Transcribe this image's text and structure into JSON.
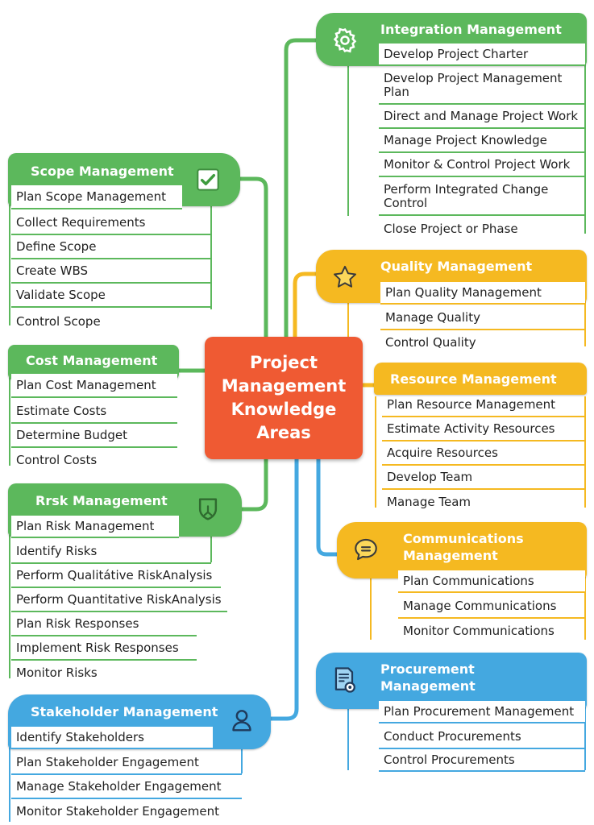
{
  "center": {
    "title": "Project Management Knowledge Areas"
  },
  "colors": {
    "green": "#5cb85c",
    "yellow": "#f5b921",
    "blue": "#44a8e0",
    "center": "#ef5a33"
  },
  "areas": {
    "integration": {
      "title": "Integration Management",
      "icon": "gear-icon",
      "items": [
        "Develop Project Charter",
        "Develop Project Management Plan",
        "Direct and Manage Project Work",
        "Manage Project Knowledge",
        "Monitor & Control Project Work",
        "Perform Integrated Change Control",
        "Close Project or Phase"
      ]
    },
    "scope": {
      "title": "Scope Management",
      "icon": "checkbox-icon",
      "items": [
        "Plan Scope Management",
        "Collect Requirements",
        "Define Scope",
        "Create WBS",
        "Validate Scope",
        "Control Scope"
      ]
    },
    "quality": {
      "title": "Quality Management",
      "icon": "star-icon",
      "items": [
        "Plan Quality Management",
        "Manage Quality",
        "Control Quality"
      ]
    },
    "cost": {
      "title": "Cost Management",
      "icon": "",
      "items": [
        "Plan Cost Management",
        "Estimate Costs",
        "Determine Budget",
        "Control Costs"
      ]
    },
    "resource": {
      "title": "Resource Management",
      "icon": "",
      "items": [
        "Plan Resource Management",
        "Estimate Activity Resources",
        "Acquire Resources",
        "Develop Team",
        "Manage Team"
      ]
    },
    "risk": {
      "title": "Rrsk Management",
      "icon": "shield-icon",
      "items": [
        "Plan Risk Management",
        "Identify Risks",
        "Perform Qualitátive RiskAnalysis",
        "Perform Quantitative RiskAnalysis",
        "Plan Risk Responses",
        "Implement Risk Responses",
        "Monitor Risks"
      ]
    },
    "communications": {
      "title": "Communications Management",
      "icon": "chat-bubble-icon",
      "items": [
        "Plan Communications",
        "Manage Communications",
        "Monitor Communications"
      ]
    },
    "stakeholder": {
      "title": "Stakeholder Management",
      "icon": "person-icon",
      "items": [
        "Identify Stakeholders",
        "Plan Stakeholder Engagement",
        "Manage Stakeholder Engagement",
        "Monitor Stakeholder Engagement"
      ]
    },
    "procurement": {
      "title": "Procurement Management",
      "icon": "document-icon",
      "items": [
        "Plan Procurement Management",
        "Conduct Procurements",
        "Control Procurements"
      ]
    }
  }
}
